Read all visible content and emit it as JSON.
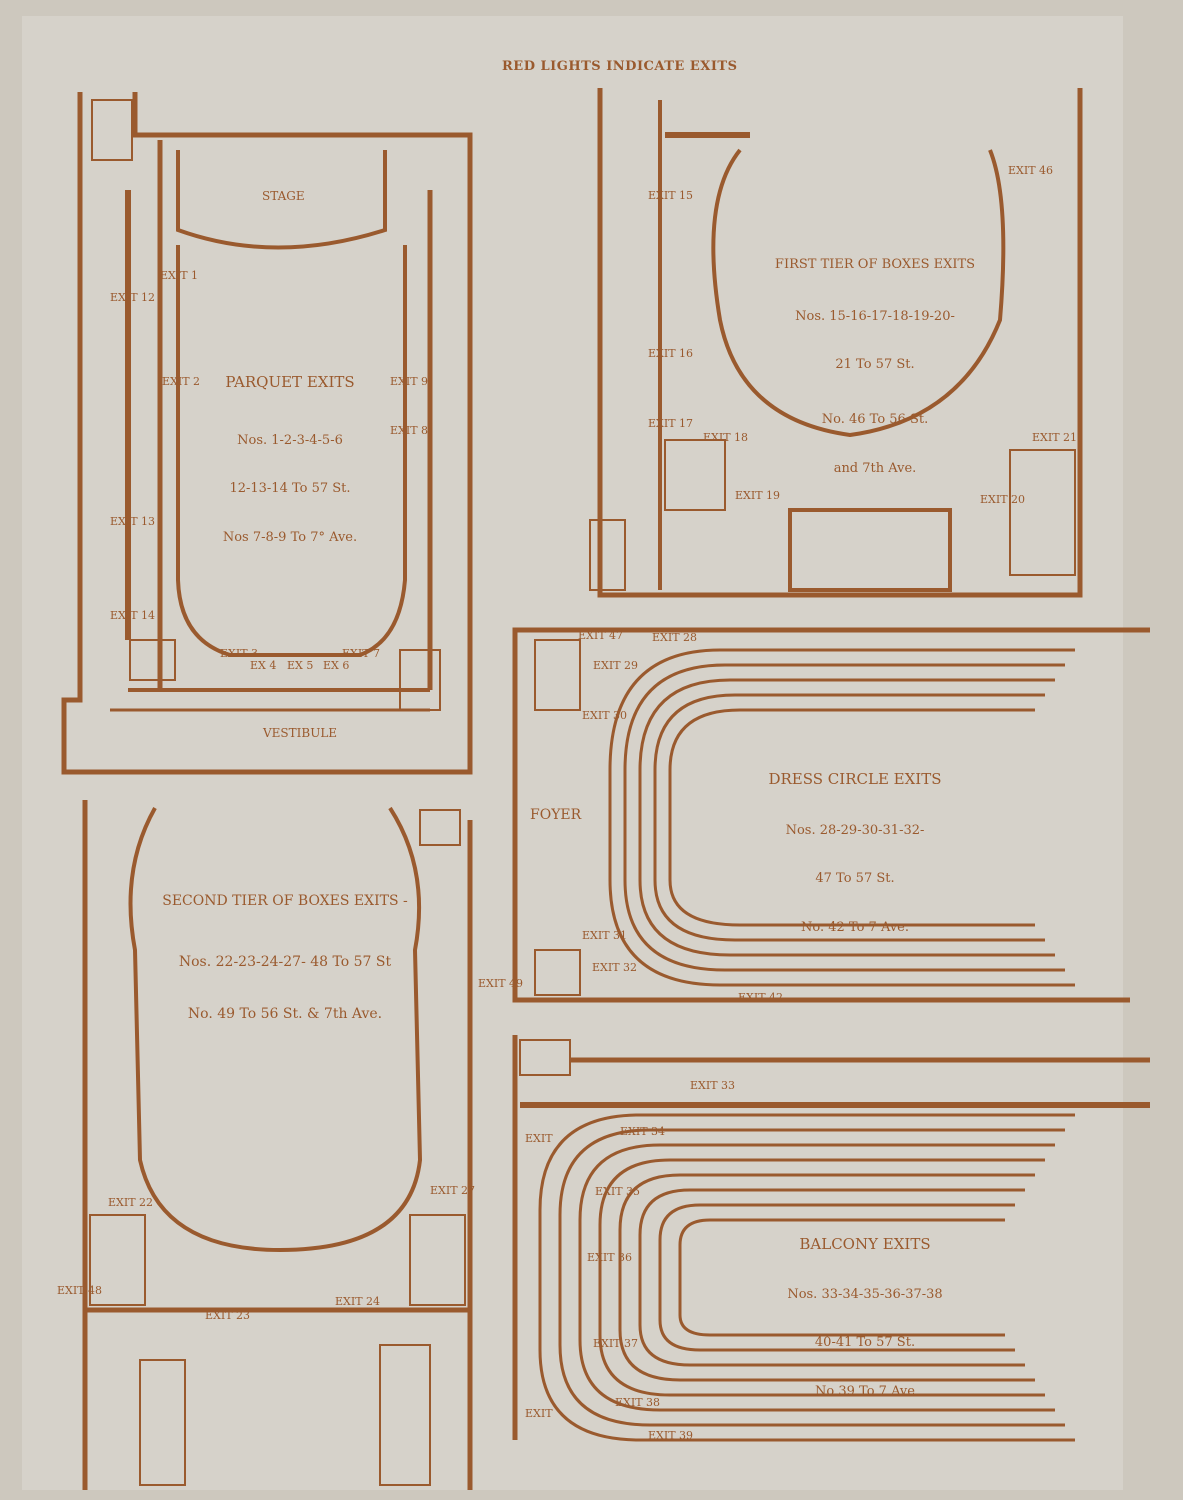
{
  "header": "RED LIGHTS INDICATE EXITS",
  "colors": {
    "ink": "#9a5a2e",
    "paper": "#d6d2ca"
  },
  "labels": {
    "stage": "STAGE",
    "vestibule": "VESTIBULE",
    "foyer": "FOYER"
  },
  "parquet": {
    "title": "PARQUET EXITS",
    "lines": [
      "Nos. 1-2-3-4-5-6",
      "12-13-14 To 57 St.",
      "Nos 7-8-9 To 7° Ave."
    ],
    "exits": [
      "EXIT 1",
      "EXIT 2",
      "EXIT 3",
      "EX 4",
      "EX 5",
      "EX 6",
      "EXIT 7",
      "EXIT 8",
      "EXIT 9",
      "EXIT 12",
      "EXIT 13",
      "EXIT 14"
    ]
  },
  "first_tier": {
    "title": "FIRST TIER OF BOXES EXITS",
    "lines": [
      "Nos. 15-16-17-18-19-20-",
      "21 To 57 St.",
      "No. 46 To 56 St.",
      "and 7th Ave."
    ],
    "exits": [
      "EXIT 15",
      "EXIT 16",
      "EXIT 17",
      "EXIT 18",
      "EXIT 19",
      "EXIT 20",
      "EXIT 21",
      "EXIT 46"
    ]
  },
  "dress_circle": {
    "title": "DRESS CIRCLE EXITS",
    "lines": [
      "Nos. 28-29-30-31-32-",
      "47 To 57 St.",
      "No. 42 To 7 Ave."
    ],
    "exits": [
      "EXIT 47",
      "EXIT 28",
      "EXIT 29",
      "EXIT 30",
      "EXIT 31",
      "EXIT 32",
      "EXIT 42"
    ]
  },
  "second_tier": {
    "title": "SECOND TIER OF BOXES EXITS -",
    "lines": [
      "Nos. 22-23-24-27- 48 To 57 St",
      "No. 49 To 56 St. & 7th Ave."
    ],
    "exits": [
      "EXIT 22",
      "EXIT 23",
      "EXIT 24",
      "EXIT 27",
      "EXIT 48",
      "EXIT 49"
    ]
  },
  "balcony": {
    "title": "BALCONY EXITS",
    "lines": [
      "Nos. 33-34-35-36-37-38",
      "40-41 To 57 St.",
      "No 39 To 7 Ave"
    ],
    "exits": [
      "EXIT 33",
      "EXIT 34",
      "EXIT 35",
      "EXIT 36",
      "EXIT 37",
      "EXIT 38",
      "EXIT 39",
      "EXIT",
      "EXIT"
    ]
  }
}
